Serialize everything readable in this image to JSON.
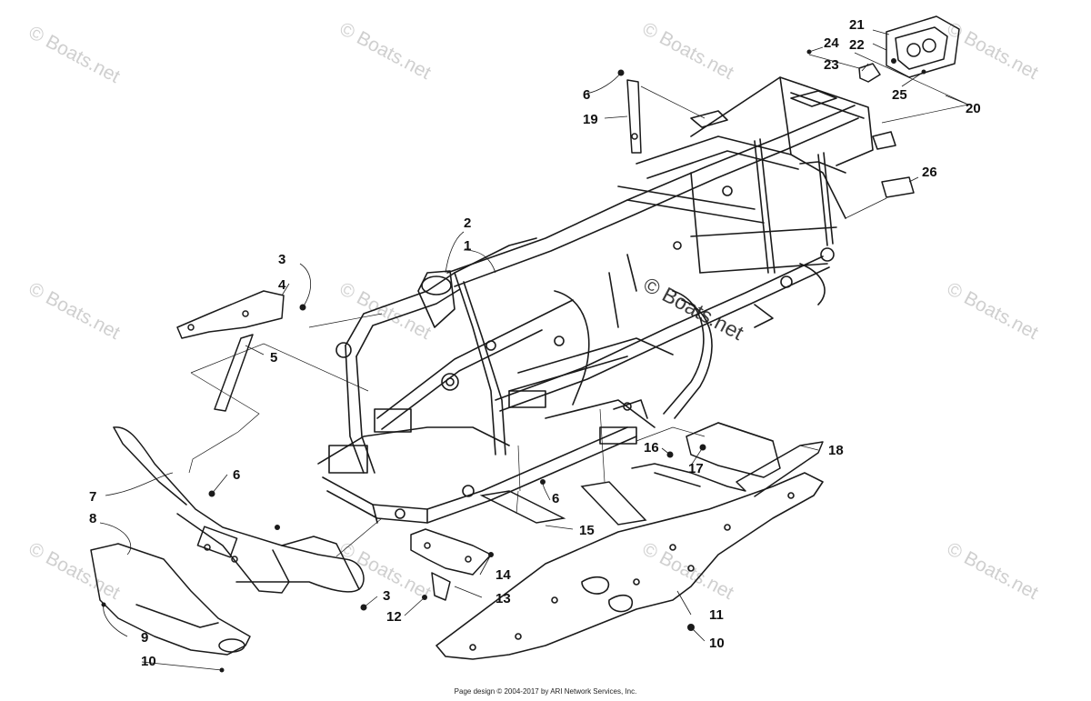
{
  "watermark": {
    "text": "© Boats.net",
    "color": "#c8c8c8"
  },
  "footer": {
    "text": "Page design © 2004-2017 by ARI Network Services, Inc."
  },
  "callouts": [
    "1",
    "2",
    "3",
    "4",
    "5",
    "6",
    "7",
    "8",
    "9",
    "10",
    "11",
    "12",
    "13",
    "14",
    "15",
    "16",
    "17",
    "18",
    "19",
    "20",
    "21",
    "22",
    "23",
    "24",
    "25",
    "26"
  ],
  "labels": [
    {
      "id": "l1",
      "text": "1"
    },
    {
      "id": "l2",
      "text": "2"
    },
    {
      "id": "l3a",
      "text": "3"
    },
    {
      "id": "l3b",
      "text": "3"
    },
    {
      "id": "l4",
      "text": "4"
    },
    {
      "id": "l5",
      "text": "5"
    },
    {
      "id": "l6a",
      "text": "6"
    },
    {
      "id": "l6b",
      "text": "6"
    },
    {
      "id": "l6c",
      "text": "6"
    },
    {
      "id": "l7",
      "text": "7"
    },
    {
      "id": "l8",
      "text": "8"
    },
    {
      "id": "l9",
      "text": "9"
    },
    {
      "id": "l10a",
      "text": "10"
    },
    {
      "id": "l10b",
      "text": "10"
    },
    {
      "id": "l11",
      "text": "11"
    },
    {
      "id": "l12",
      "text": "12"
    },
    {
      "id": "l13",
      "text": "13"
    },
    {
      "id": "l14",
      "text": "14"
    },
    {
      "id": "l15",
      "text": "15"
    },
    {
      "id": "l16",
      "text": "16"
    },
    {
      "id": "l17",
      "text": "17"
    },
    {
      "id": "l18",
      "text": "18"
    },
    {
      "id": "l19",
      "text": "19"
    },
    {
      "id": "l20",
      "text": "20"
    },
    {
      "id": "l21",
      "text": "21"
    },
    {
      "id": "l22",
      "text": "22"
    },
    {
      "id": "l23",
      "text": "23"
    },
    {
      "id": "l24",
      "text": "24"
    },
    {
      "id": "l25",
      "text": "25"
    },
    {
      "id": "l26",
      "text": "26"
    }
  ],
  "colors": {
    "line": "#1a1a1a",
    "hatch": "#555555"
  }
}
